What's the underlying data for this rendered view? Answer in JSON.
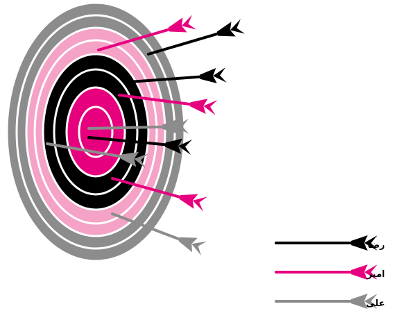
{
  "colors": {
    "gray": "#8c8c8c",
    "pink_light": "#f4a2c6",
    "pink": "#e6007e",
    "black": "#000000",
    "white": "#ffffff"
  },
  "rings_outer_to_inner": [
    "gray",
    "gray",
    "pink_light",
    "pink_light",
    "black",
    "black",
    "pink",
    "pink"
  ],
  "arrows": [
    {
      "player": "amir",
      "color": "pink"
    },
    {
      "player": "reza",
      "color": "black"
    },
    {
      "player": "reza",
      "color": "black"
    },
    {
      "player": "amir",
      "color": "pink"
    },
    {
      "player": "ali",
      "color": "gray"
    },
    {
      "player": "reza",
      "color": "black"
    },
    {
      "player": "ali",
      "color": "gray"
    },
    {
      "player": "amir",
      "color": "pink"
    },
    {
      "player": "ali",
      "color": "gray"
    }
  ],
  "legend": [
    {
      "player": "reza",
      "label": "رضا",
      "color": "black"
    },
    {
      "player": "amir",
      "label": "امیر",
      "color": "pink"
    },
    {
      "player": "ali",
      "label": "علی",
      "color": "gray"
    }
  ]
}
